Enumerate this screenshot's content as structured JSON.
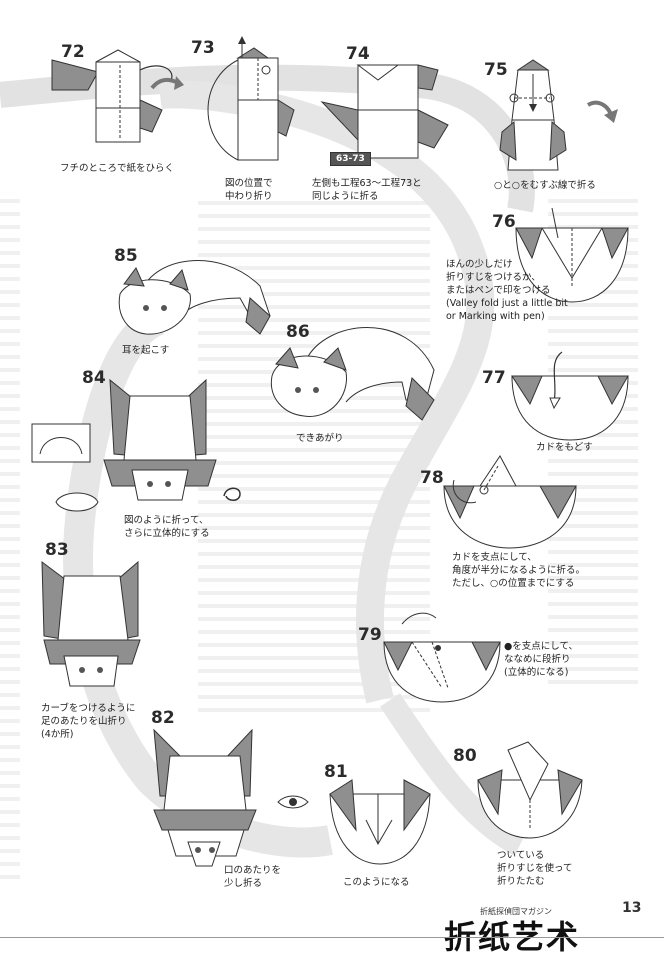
{
  "steps": {
    "s72": {
      "num": "72",
      "caption": "フチのところで紙をひらく"
    },
    "s73": {
      "num": "73",
      "caption": "図の位置で\n中わり折り"
    },
    "s74": {
      "num": "74",
      "badge": "63-73",
      "caption": "左側も工程63～工程73と\n同じように折る"
    },
    "s75": {
      "num": "75",
      "caption": "○と○をむすぶ線で折る"
    },
    "s76": {
      "num": "76",
      "caption": "ほんの少しだけ\n折りすじをつけるか、\nまたはペンで印をつける\n(Valley fold just a little bit\nor Marking with pen)"
    },
    "s77": {
      "num": "77",
      "caption": "カドをもどす"
    },
    "s78": {
      "num": "78",
      "caption": "カドを支点にして、\n角度が半分になるように折る。\nただし、○の位置までにする"
    },
    "s79": {
      "num": "79",
      "caption": "●を支点にして、\nななめに段折り\n(立体的になる)"
    },
    "s80": {
      "num": "80",
      "caption": "ついている\n折りすじを使って\n折りたたむ"
    },
    "s81": {
      "num": "81",
      "caption": "このようになる"
    },
    "s82": {
      "num": "82",
      "caption": "口のあたりを\n少し折る"
    },
    "s83": {
      "num": "83",
      "caption": "カーブをつけるように\n足のあたりを山折り\n(4か所)"
    },
    "s84": {
      "num": "84",
      "caption": "図のように折って、\nさらに立体的にする"
    },
    "s85": {
      "num": "85",
      "caption": "耳を起こす"
    },
    "s86": {
      "num": "86",
      "caption": "できあがり"
    }
  },
  "footer": {
    "magazine": "折紙探偵団マガジン",
    "page": "13",
    "logo": "折纸艺术"
  },
  "colors": {
    "paper_dark": "#8f8f8f",
    "paper_light": "#ffffff",
    "band": "#e3e3e3",
    "line": "#333333"
  }
}
